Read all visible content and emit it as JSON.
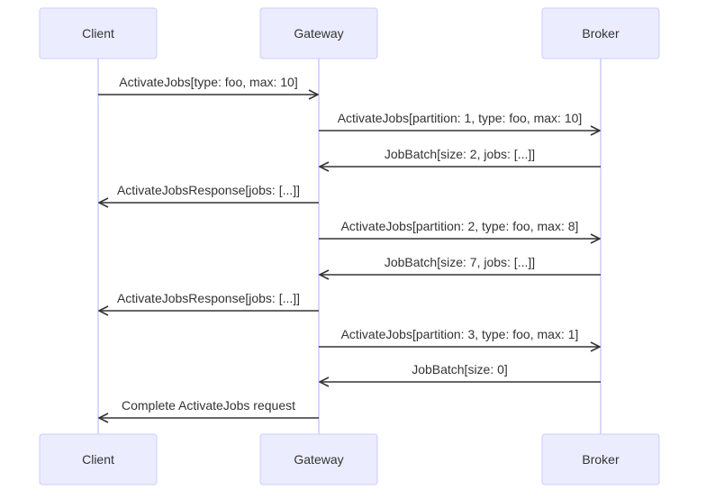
{
  "participants": [
    {
      "id": "client",
      "label": "Client"
    },
    {
      "id": "gateway",
      "label": "Gateway"
    },
    {
      "id": "broker",
      "label": "Broker"
    }
  ],
  "messages": [
    {
      "from": "client",
      "to": "gateway",
      "text": "ActivateJobs[type: foo, max: 10]"
    },
    {
      "from": "gateway",
      "to": "broker",
      "text": "ActivateJobs[partition: 1, type: foo, max: 10]"
    },
    {
      "from": "broker",
      "to": "gateway",
      "text": "JobBatch[size: 2, jobs: [...]]"
    },
    {
      "from": "gateway",
      "to": "client",
      "text": "ActivateJobsResponse[jobs: [...]]"
    },
    {
      "from": "gateway",
      "to": "broker",
      "text": "ActivateJobs[partition: 2, type: foo, max: 8]"
    },
    {
      "from": "broker",
      "to": "gateway",
      "text": "JobBatch[size: 7, jobs: [...]]"
    },
    {
      "from": "gateway",
      "to": "client",
      "text": "ActivateJobsResponse[jobs: [...]]"
    },
    {
      "from": "gateway",
      "to": "broker",
      "text": "ActivateJobs[partition: 3, type: foo, max: 1]"
    },
    {
      "from": "broker",
      "to": "gateway",
      "text": "JobBatch[size: 0]"
    },
    {
      "from": "gateway",
      "to": "client",
      "text": "Complete ActivateJobs request"
    }
  ]
}
